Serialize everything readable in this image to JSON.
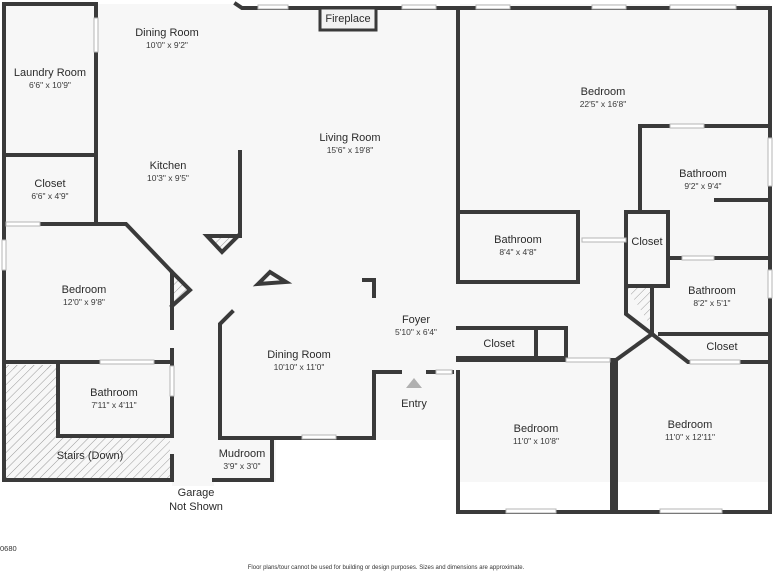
{
  "rooms": {
    "dining_top": {
      "name": "Dining Room",
      "dim": "10'0\" x 9'2\""
    },
    "laundry": {
      "name": "Laundry Room",
      "dim": "6'6\" x 10'9\""
    },
    "closet_left": {
      "name": "Closet",
      "dim": "6'6\" x 4'9\""
    },
    "kitchen": {
      "name": "Kitchen",
      "dim": "10'3\" x 9'5\""
    },
    "living": {
      "name": "Living Room",
      "dim": "15'6\" x 19'8\""
    },
    "bedroom_left": {
      "name": "Bedroom",
      "dim": "12'0\" x 9'8\""
    },
    "bathroom_left": {
      "name": "Bathroom",
      "dim": "7'11\" x 4'11\""
    },
    "stairs": {
      "name": "Stairs (Down)"
    },
    "dining_bottom": {
      "name": "Dining Room",
      "dim": "10'10\" x 11'0\""
    },
    "mudroom": {
      "name": "Mudroom",
      "dim": "3'9\" x 3'0\""
    },
    "foyer": {
      "name": "Foyer",
      "dim": "5'10\" x 6'4\""
    },
    "bedroom_master": {
      "name": "Bedroom",
      "dim": "22'5\" x 16'8\""
    },
    "bathroom_mid": {
      "name": "Bathroom",
      "dim": "8'4\" x 4'8\""
    },
    "bathroom_right_top": {
      "name": "Bathroom",
      "dim": "9'2\" x 9'4\""
    },
    "closet_mid": {
      "name": "Closet"
    },
    "bathroom_right_mid": {
      "name": "Bathroom",
      "dim": "8'2\" x 5'1\""
    },
    "closet_lower_left": {
      "name": "Closet"
    },
    "closet_lower_right": {
      "name": "Closet"
    },
    "bedroom_bottom_mid": {
      "name": "Bedroom",
      "dim": "11'0\" x 10'8\""
    },
    "bedroom_bottom_right": {
      "name": "Bedroom",
      "dim": "11'0\" x 12'11\""
    }
  },
  "labels": {
    "fireplace": "Fireplace",
    "entry": "Entry",
    "garage_line1": "Garage",
    "garage_line2": "Not Shown",
    "listing_code": "0680",
    "disclaimer": "Floor plans/tour cannot be used for building or design purposes. Sizes and dimensions are approximate."
  },
  "colors": {
    "wall": "#3a3a3a",
    "floor": "#f7f7f7",
    "background": "#ffffff"
  }
}
